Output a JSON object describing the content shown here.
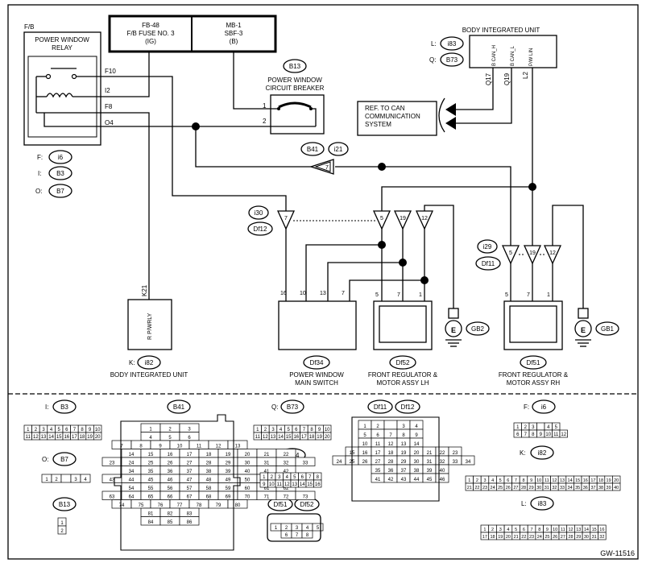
{
  "relay": {
    "top_label": "F/B",
    "title_line1": "POWER WINDOW",
    "title_line2": "RELAY",
    "pins": [
      "F10",
      "I2",
      "F8",
      "O4"
    ],
    "connectors": [
      {
        "prefix": "F:",
        "id": "i6"
      },
      {
        "prefix": "I:",
        "id": "B3"
      },
      {
        "prefix": "O:",
        "id": "B7"
      }
    ]
  },
  "fuse_fb48": {
    "line1": "FB-48",
    "line2": "F/B FUSE NO. 3",
    "line3": "(IG)"
  },
  "fuse_mb1": {
    "line1": "MB-1",
    "line2": "SBF-3",
    "line3": "(B)"
  },
  "breaker": {
    "connector": "B13",
    "title_line1": "POWER WINDOW",
    "title_line2": "CIRCUIT BREAKER",
    "pin1": "1",
    "pin2": "2"
  },
  "biu_top": {
    "title": "BODY INTEGRATED UNIT",
    "connectors": [
      {
        "prefix": "L:",
        "id": "i83"
      },
      {
        "prefix": "Q:",
        "id": "B73"
      }
    ],
    "signals": [
      "B CAN_H",
      "B CAN_L",
      "P/W LIN"
    ],
    "pins": [
      "Q17",
      "Q19",
      "L2"
    ]
  },
  "can_ref": {
    "line1": "REF. TO CAN",
    "line2": "COMMUNICATION",
    "line3": "SYSTEM"
  },
  "joint": {
    "a": "B41",
    "b": "i21",
    "pin": "7"
  },
  "jc_left": {
    "a": "i30",
    "b": "Df12",
    "pins": [
      "7",
      "5",
      "19",
      "12"
    ]
  },
  "jc_right": {
    "a": "i29",
    "b": "Df11",
    "pins": [
      "5",
      "19",
      "12"
    ]
  },
  "biu_bottom": {
    "pin": "K21",
    "signal": "R P/WRLY",
    "connector": {
      "prefix": "K:",
      "id": "i82"
    },
    "title": "BODY INTEGRATED UNIT"
  },
  "main_switch": {
    "pins": [
      "16",
      "10",
      "13",
      "7"
    ],
    "connector": "Df34",
    "title_line1": "POWER WINDOW",
    "title_line2": "MAIN SWITCH"
  },
  "regulator_lh": {
    "pins": [
      "5",
      "7",
      "1"
    ],
    "connector": "Df52",
    "title_line1": "FRONT REGULATOR &",
    "title_line2": "MOTOR ASSY LH",
    "ground": "GB2"
  },
  "regulator_rh": {
    "pins": [
      "5",
      "7",
      "1"
    ],
    "connector": "Df51",
    "title_line1": "FRONT REGULATOR &",
    "title_line2": "MOTOR ASSY RH",
    "ground": "GB1"
  },
  "ground_symbol": "E",
  "connector_views": {
    "b3": {
      "prefix": "I:",
      "id": "B3",
      "rows": [
        [
          "1",
          "2",
          "3",
          "4",
          "5",
          "6",
          "7",
          "8",
          "9",
          "10"
        ],
        [
          "11",
          "12",
          "13",
          "14",
          "15",
          "16",
          "17",
          "18",
          "19",
          "20"
        ]
      ]
    },
    "b7": {
      "prefix": "O:",
      "id": "B7",
      "rows": [
        [
          "1",
          "2",
          "",
          "3",
          "4"
        ]
      ]
    },
    "b13": {
      "id": "B13",
      "rows": [
        [
          "1"
        ],
        [
          "2"
        ]
      ]
    },
    "b41": {
      "id": "B41",
      "rows": [
        [
          "1",
          "2",
          "3"
        ],
        [
          "4",
          "5",
          "6"
        ],
        [
          "7",
          "8",
          "9",
          "10",
          "11",
          "12",
          "13"
        ],
        [
          "14",
          "15",
          "16",
          "17",
          "18",
          "19",
          "20",
          "21",
          "22"
        ],
        [
          "23",
          "24",
          "25",
          "26",
          "27",
          "28",
          "29",
          "30",
          "31",
          "32",
          "33"
        ],
        [
          "34",
          "35",
          "36",
          "37",
          "38",
          "39",
          "40",
          "41",
          "42"
        ],
        [
          "43",
          "44",
          "45",
          "46",
          "47",
          "48",
          "49",
          "50",
          "51",
          "52",
          "53"
        ],
        [
          "54",
          "55",
          "56",
          "57",
          "58",
          "59",
          "60",
          "61",
          "62"
        ],
        [
          "63",
          "64",
          "65",
          "66",
          "67",
          "68",
          "69",
          "70",
          "71",
          "72",
          "73"
        ],
        [
          "74",
          "75",
          "76",
          "77",
          "78",
          "79",
          "80"
        ],
        [
          "81",
          "82",
          "83"
        ],
        [
          "84",
          "85",
          "86"
        ]
      ]
    },
    "b73": {
      "prefix": "Q:",
      "id": "B73",
      "rows": [
        [
          "1",
          "2",
          "3",
          "4",
          "5",
          "6",
          "7",
          "8",
          "9",
          "10"
        ],
        [
          "11",
          "12",
          "13",
          "14",
          "15",
          "16",
          "17",
          "18",
          "19",
          "20"
        ]
      ]
    },
    "df34": {
      "id": "Df34",
      "rows": [
        [
          "1",
          "2",
          "3",
          "4",
          "5",
          "6",
          "7",
          "8"
        ],
        [
          "9",
          "10",
          "11",
          "12",
          "13",
          "14",
          "15",
          "16"
        ]
      ]
    },
    "df51_52": {
      "a": "Df51",
      "b": "Df52",
      "rows": [
        [
          "1",
          "2",
          "3",
          "4",
          "5"
        ],
        [
          "6",
          "7",
          "8"
        ]
      ]
    },
    "df11_12": {
      "a": "Df11",
      "b": "Df12",
      "rows": [
        [
          "1",
          "2",
          "",
          "3",
          "4"
        ],
        [
          "5",
          "6",
          "7",
          "8",
          "9"
        ],
        [
          "10",
          "11",
          "12",
          "13",
          "14"
        ],
        [
          "15",
          "16",
          "17",
          "18",
          "19",
          "20",
          "21",
          "22",
          "23"
        ],
        [
          "24",
          "25",
          "26",
          "27",
          "28",
          "29",
          "30",
          "31",
          "32",
          "33",
          "34"
        ],
        [
          "35",
          "36",
          "37",
          "38",
          "39",
          "40"
        ],
        [
          "41",
          "42",
          "43",
          "44",
          "45",
          "46"
        ]
      ]
    },
    "i6": {
      "prefix": "F:",
      "id": "i6",
      "rows": [
        [
          "1",
          "2",
          "3",
          "",
          "4",
          "5"
        ],
        [
          "6",
          "7",
          "8",
          "9",
          "10",
          "11",
          "12"
        ]
      ]
    },
    "i82": {
      "prefix": "K:",
      "id": "i82",
      "rows": [
        [
          "1",
          "2",
          "3",
          "4",
          "5",
          "6",
          "7",
          "8",
          "9",
          "10",
          "11",
          "12",
          "13",
          "14",
          "15",
          "16",
          "17",
          "18",
          "19",
          "20"
        ],
        [
          "21",
          "22",
          "23",
          "24",
          "25",
          "26",
          "27",
          "28",
          "29",
          "30",
          "31",
          "32",
          "33",
          "34",
          "35",
          "36",
          "37",
          "38",
          "39",
          "40"
        ]
      ]
    },
    "i83": {
      "prefix": "L:",
      "id": "i83",
      "rows": [
        [
          "1",
          "2",
          "3",
          "4",
          "5",
          "6",
          "7",
          "8",
          "9",
          "10",
          "11",
          "12",
          "13",
          "14",
          "15",
          "16"
        ],
        [
          "17",
          "18",
          "19",
          "20",
          "21",
          "22",
          "23",
          "24",
          "25",
          "26",
          "27",
          "28",
          "29",
          "30",
          "31",
          "32"
        ]
      ]
    }
  },
  "figure_id": "GW-11516"
}
